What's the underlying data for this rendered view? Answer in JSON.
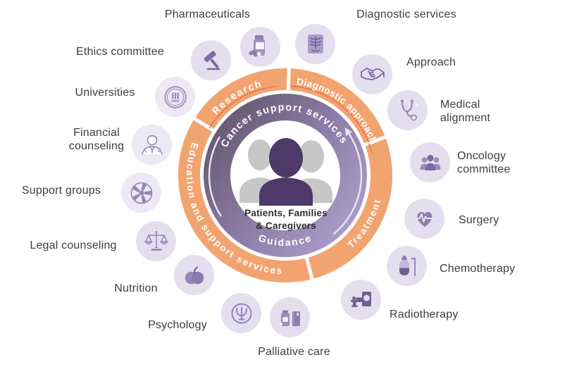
{
  "center": {
    "line1": "Patients, Families",
    "line2": "& Caregivers"
  },
  "inner_ring": {
    "top_label": "Cancer support services",
    "bottom_label": "Guidance",
    "flow_arrow": "counterclockwise-arrow"
  },
  "outer_ring": {
    "segments": [
      {
        "label": "Research",
        "misspell_underline": true
      },
      {
        "label": "Diagnostic approach",
        "misspell_underline": true
      },
      {
        "label": "Treatment",
        "misspell_underline": false
      },
      {
        "label": "Education and support services",
        "misspell_underline": false
      }
    ]
  },
  "satellites": [
    {
      "label": "Pharmaceuticals",
      "icon": "pill-bottle-icon"
    },
    {
      "label": "Diagnostic services",
      "icon": "xray-icon"
    },
    {
      "label": "Ethics committee",
      "icon": "gavel-icon"
    },
    {
      "label": "Approach",
      "icon": "handshake-icon"
    },
    {
      "label": "Universities",
      "icon": "university-seal-icon"
    },
    {
      "label": "Medical alignment",
      "icon": "stethoscope-icon"
    },
    {
      "label": "Financial counseling",
      "icon": "person-sketch-icon"
    },
    {
      "label": "Oncology committee",
      "icon": "people-group-icon"
    },
    {
      "label": "Support groups",
      "icon": "hands-wheel-icon"
    },
    {
      "label": "Surgery",
      "icon": "heart-pulse-icon"
    },
    {
      "label": "Legal counseling",
      "icon": "scales-icon"
    },
    {
      "label": "Chemotherapy",
      "icon": "iv-bottle-icon"
    },
    {
      "label": "Nutrition",
      "icon": "apple-icon"
    },
    {
      "label": "Radiotherapy",
      "icon": "mri-machine-icon"
    },
    {
      "label": "Psychology",
      "icon": "psi-icon"
    },
    {
      "label": "Palliative care",
      "icon": "pill-jar-book-icon"
    }
  ],
  "colors": {
    "ring_orange": "#F2A470",
    "ring_purple_dark": "#5E5368",
    "ring_purple_light": "#AFA3CF",
    "icon_circle_bg": "#E4DFEF",
    "icon_glyph": "#8D7EAD",
    "silhouette_purple": "#4E3968",
    "silhouette_gray": "#C7C7C7",
    "label_text": "#3D3D3D",
    "ring_text": "#FFFFFF",
    "misspell_red": "#E23B30"
  }
}
